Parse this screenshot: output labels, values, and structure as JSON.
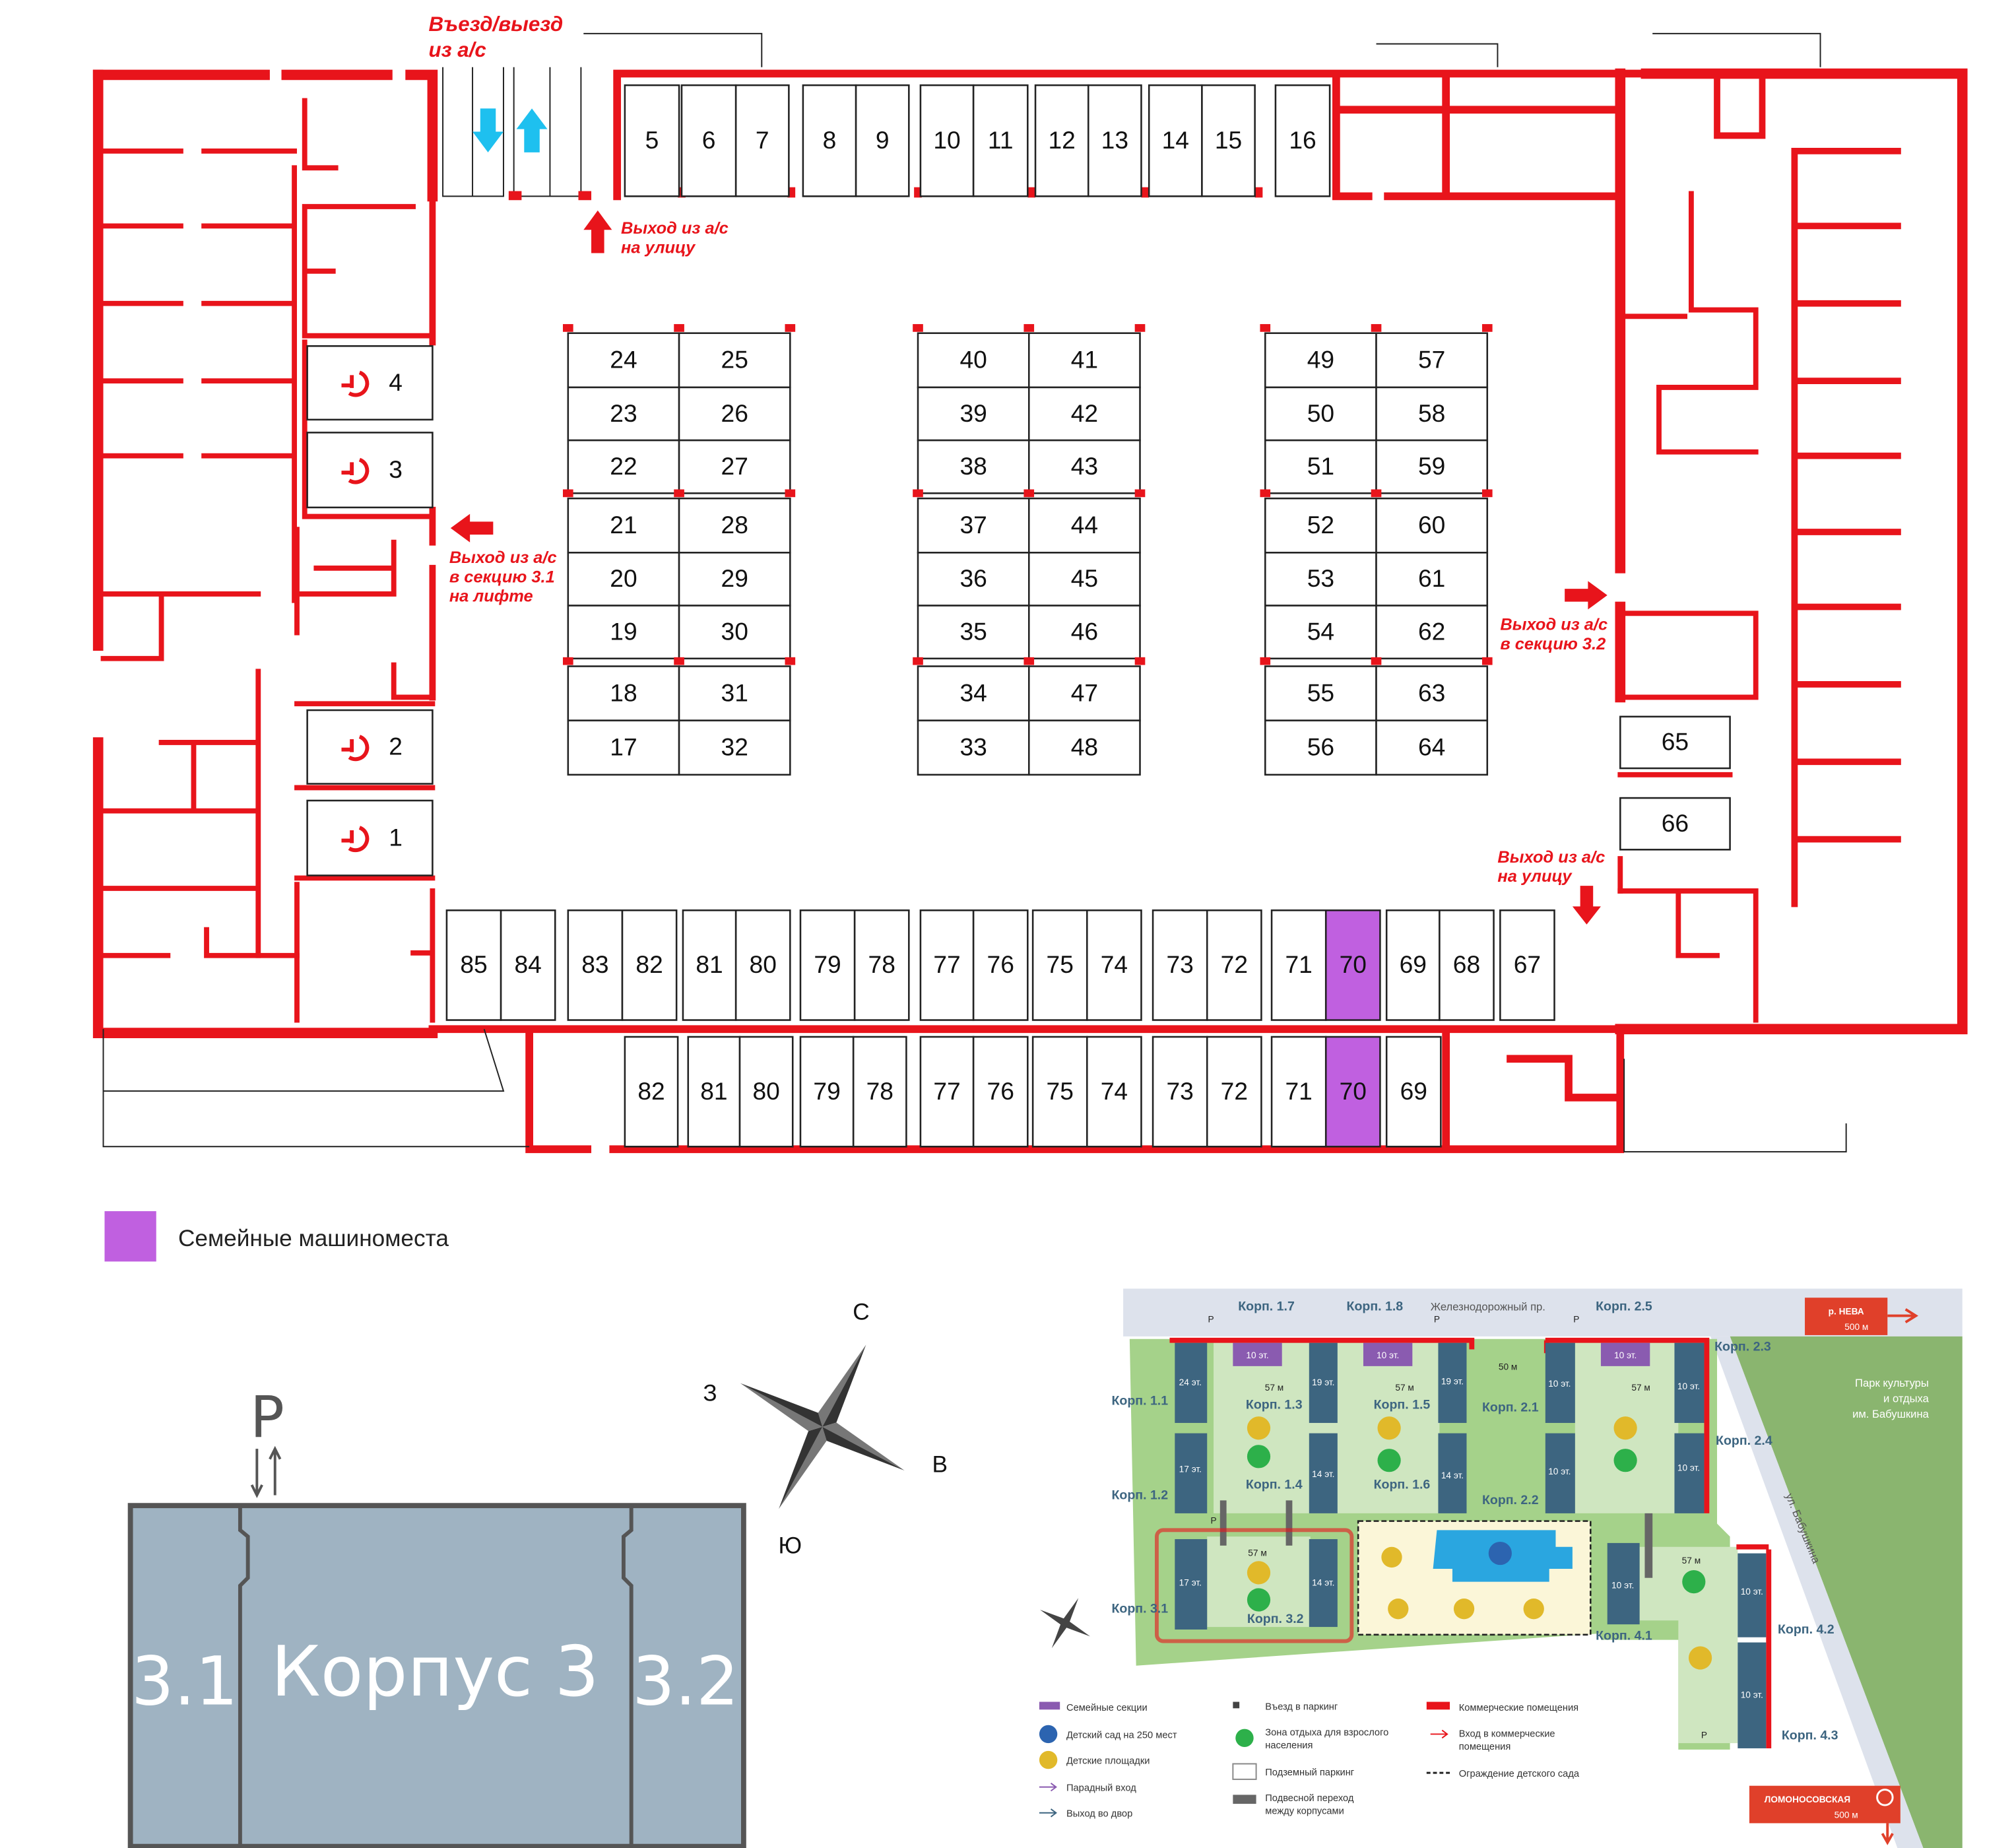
{
  "labels": {
    "entry_exit": [
      "Въезд/выезд",
      "из а/с"
    ],
    "exit_street_top": [
      "Выход из а/с",
      "на улицу"
    ],
    "exit_section_31": [
      "Выход из а/с",
      "в секцию 3.1",
      "на лифте"
    ],
    "exit_section_32": [
      "Выход из а/с",
      "в секцию 3.2"
    ],
    "exit_street_right": [
      "Выход из а/с",
      "на улицу"
    ]
  },
  "colors": {
    "wall": "#e8141b",
    "family": "#c060e0",
    "arrow_blue": "#1ec0ef",
    "building": "#9fb3c2"
  },
  "parking": {
    "top_row": [
      "5",
      "6",
      "7",
      "8",
      "9",
      "10",
      "11",
      "12",
      "13",
      "14",
      "15",
      "16"
    ],
    "block_a": [
      [
        "24",
        "25"
      ],
      [
        "23",
        "26"
      ],
      [
        "22",
        "27"
      ],
      [
        "21",
        "28"
      ],
      [
        "20",
        "29"
      ],
      [
        "19",
        "30"
      ],
      [
        "18",
        "31"
      ],
      [
        "17",
        "32"
      ]
    ],
    "block_b": [
      [
        "40",
        "41"
      ],
      [
        "39",
        "42"
      ],
      [
        "38",
        "43"
      ],
      [
        "37",
        "44"
      ],
      [
        "36",
        "45"
      ],
      [
        "35",
        "46"
      ],
      [
        "34",
        "47"
      ],
      [
        "33",
        "48"
      ]
    ],
    "block_c": [
      [
        "49",
        "57"
      ],
      [
        "50",
        "58"
      ],
      [
        "51",
        "59"
      ],
      [
        "52",
        "60"
      ],
      [
        "53",
        "61"
      ],
      [
        "54",
        "62"
      ],
      [
        "55",
        "63"
      ],
      [
        "56",
        "64"
      ]
    ],
    "right_spots": [
      "65",
      "66"
    ],
    "accessible": [
      "4",
      "3",
      "2",
      "1"
    ],
    "bottom_row_1": [
      {
        "n": "85"
      },
      {
        "n": "84"
      },
      {
        "n": "83"
      },
      {
        "n": "82"
      },
      {
        "n": "81"
      },
      {
        "n": "80"
      },
      {
        "n": "79"
      },
      {
        "n": "78"
      },
      {
        "n": "77"
      },
      {
        "n": "76"
      },
      {
        "n": "75"
      },
      {
        "n": "74"
      },
      {
        "n": "73"
      },
      {
        "n": "72"
      },
      {
        "n": "71"
      },
      {
        "n": "70",
        "family": true
      },
      {
        "n": "69"
      },
      {
        "n": "68"
      },
      {
        "n": "67"
      }
    ],
    "bottom_row_2": [
      {
        "n": "82"
      },
      {
        "n": "81"
      },
      {
        "n": "80"
      },
      {
        "n": "79"
      },
      {
        "n": "78"
      },
      {
        "n": "77"
      },
      {
        "n": "76"
      },
      {
        "n": "75"
      },
      {
        "n": "74"
      },
      {
        "n": "73"
      },
      {
        "n": "72"
      },
      {
        "n": "71"
      },
      {
        "n": "70",
        "family": true
      },
      {
        "n": "69"
      }
    ]
  },
  "legend": {
    "family_spots": "Семейные машиноместа"
  },
  "building": {
    "parking_letter": "P",
    "section_left": "3.1",
    "title": "Корпус 3",
    "section_right": "3.2"
  },
  "compass": {
    "n": "С",
    "e": "В",
    "s": "Ю",
    "w": "З"
  },
  "minimap": {
    "street_top": "Железнодорожный пр.",
    "street_right": "ул. Бабушкина",
    "park": [
      "Парк культуры",
      "и отдыха",
      "им. Бабушкина"
    ],
    "neva": [
      "р. НЕВА",
      "500 м"
    ],
    "metro": [
      "ЛОМОНОСОВСКАЯ",
      "500 м"
    ],
    "metro_icon": "metro-icon",
    "corps": {
      "c17": "Корп. 1.7",
      "c18": "Корп. 1.8",
      "c25": "Корп. 2.5",
      "c23": "Корп. 2.3",
      "c11": "Корп. 1.1",
      "c13": "Корп. 1.3",
      "c15": "Корп. 1.5",
      "c21": "Корп. 2.1",
      "c24": "Корп. 2.4",
      "c12": "Корп. 1.2",
      "c14": "Корп. 1.4",
      "c16": "Корп. 1.6",
      "c22": "Корп. 2.2",
      "c31": "Корп. 3.1",
      "c32": "Корп. 3.2",
      "c41": "Корп. 4.1",
      "c42": "Корп. 4.2",
      "c43": "Корп. 4.3"
    },
    "floors": {
      "f10": "10 эт.",
      "f24": "24 эт.",
      "f19": "19 эт.",
      "f17": "17 эт.",
      "f14": "14 эт."
    },
    "dist": {
      "d57": "57 м",
      "d50": "50 м"
    },
    "p": "P",
    "legend": {
      "family_sections": "Семейные секции",
      "kindergarten": "Детский сад на 250 мест",
      "playgrounds": "Детские площадки",
      "main_entrance": "Парадный вход",
      "yard_exit": "Выход во двор",
      "parking_entry": "Въезд в паркинг",
      "rest_zone": [
        "Зона отдыха для взрослого",
        "населения"
      ],
      "underground_parking": "Подземный паркинг",
      "bridge": [
        "Подвесной переход",
        "между корпусами"
      ],
      "commercial": "Коммерческие помещения",
      "commercial_entry": [
        "Вход в коммерческие",
        "помещения"
      ],
      "kg_fence": "Ограждение детского сада"
    }
  }
}
